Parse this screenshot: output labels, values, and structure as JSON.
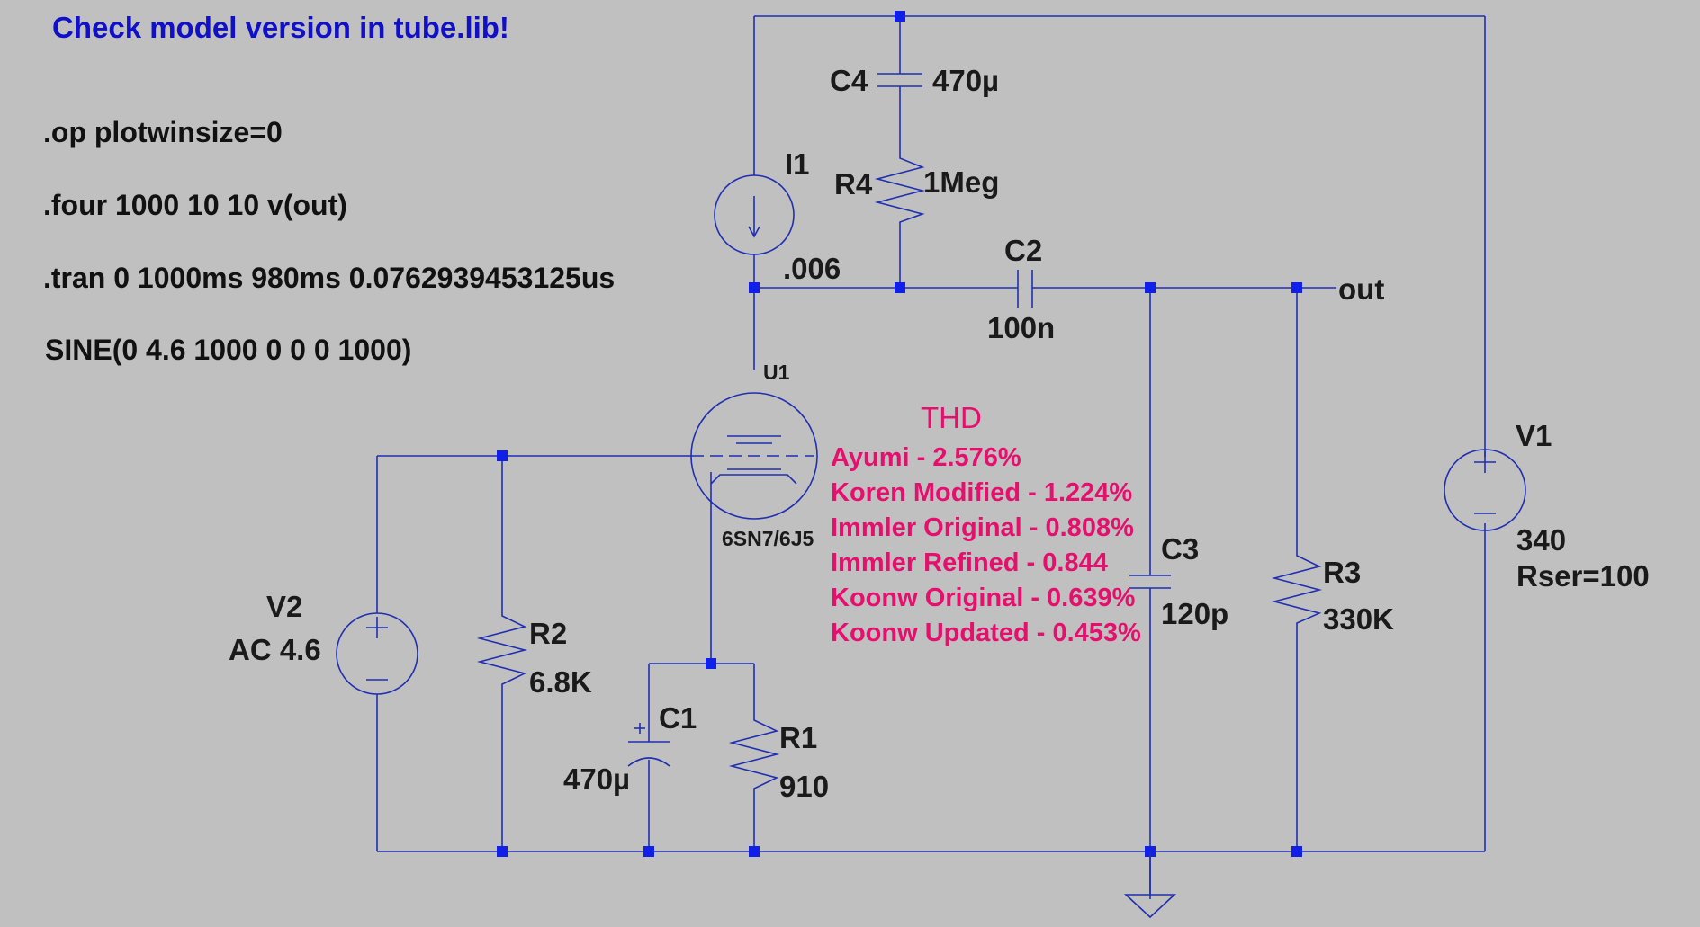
{
  "warning": "Check model version in tube.lib!",
  "directives": {
    "op": ".op plotwinsize=0",
    "four": ".four 1000 10 10 v(out)",
    "tran": ".tran 0 1000ms 980ms 0.0762939453125us",
    "sine": "SINE(0 4.6 1000 0 0 0 1000)"
  },
  "components": {
    "c4": {
      "name": "C4",
      "value": "470µ"
    },
    "r4": {
      "name": "R4",
      "value": "1Meg"
    },
    "i1": {
      "name": "I1",
      "value": ".006"
    },
    "c2": {
      "name": "C2",
      "value": "100n"
    },
    "out": "out",
    "u1": {
      "name": "U1",
      "model": "6SN7/6J5"
    },
    "v1": {
      "name": "V1",
      "value": "340",
      "rser": "Rser=100"
    },
    "v2": {
      "name": "V2",
      "value": "AC 4.6"
    },
    "r2": {
      "name": "R2",
      "value": "6.8K"
    },
    "c1": {
      "name": "C1",
      "value": "470µ"
    },
    "r1": {
      "name": "R1",
      "value": "910"
    },
    "c3": {
      "name": "C3",
      "value": "120p"
    },
    "r3": {
      "name": "R3",
      "value": "330K"
    }
  },
  "thd": {
    "title": "THD",
    "lines": [
      "Ayumi - 2.576%",
      "Koren Modified - 1.224%",
      "Immler Original - 0.808%",
      "Immler Refined - 0.844",
      "Koonw Original - 0.639%",
      "Koonw Updated - 0.453%"
    ]
  },
  "colors": {
    "background": "#c0c0c0",
    "wire": "#1f2fb0",
    "junction": "#1020e8",
    "warning_text": "#1010c8",
    "thd_text": "#e5106e"
  }
}
